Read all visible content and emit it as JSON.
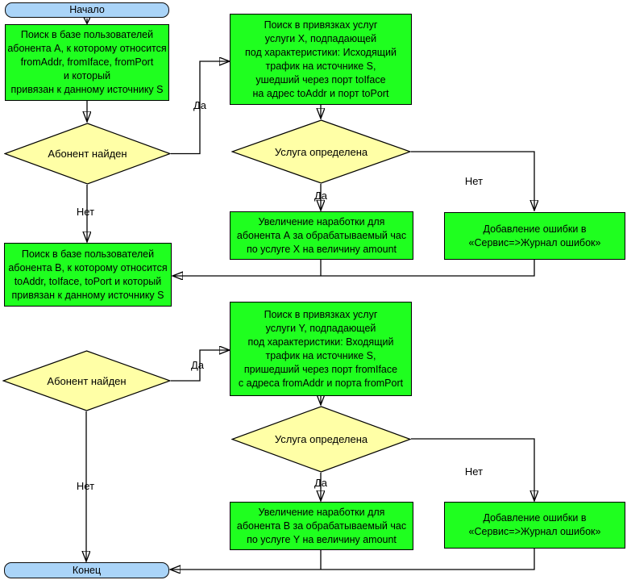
{
  "colors": {
    "process_fill": "#1fff1f",
    "decision_fill": "#ffffa6",
    "terminator_fill": "#aad4f8",
    "line_color": "#000000",
    "canvas_bg": "#ffffff"
  },
  "labels": {
    "yes": "Да",
    "no": "Нет"
  },
  "nodes": {
    "start": "Начало",
    "end": "Конец",
    "search_a": "Поиск в базе пользователей\nабонента А, к которому относится\nfromAddr, fromIface, fromPort\nи который\nпривязан к данному источнику S",
    "subscriber_found": "Абонент найден",
    "service_defined": "Услуга определена",
    "search_service_x": "Поиск в привязках услуг\nуслуги X, подпадающей\nпод характеристики: Исходящий\nтрафик на источнике S,\nушедший через порт toIface\nна адрес toAddr и порт toPort",
    "increase_a": "Увеличение наработки для\nабонента А за обрабатываемый час\nпо услуге X на величину amount",
    "add_error": "Добавление ошибки в\n«Сервис=>Журнал ошибок»",
    "search_b": "Поиск в базе пользователей\nабонента B, к которому относится\ntoAddr, toIface, toPort и который\nпривязан к данному источнику S",
    "search_service_y": "Поиск в привязках услуг\nуслуги Y, подпадающей\nпод характеристики: Входящий\nтрафик на источнике S,\nпришедший через порт fromIface\nс адреса fromAddr и порта fromPort",
    "increase_b": "Увеличение наработки для\nабонента B за обрабатываемый час\nпо услуге Y на величину amount"
  }
}
